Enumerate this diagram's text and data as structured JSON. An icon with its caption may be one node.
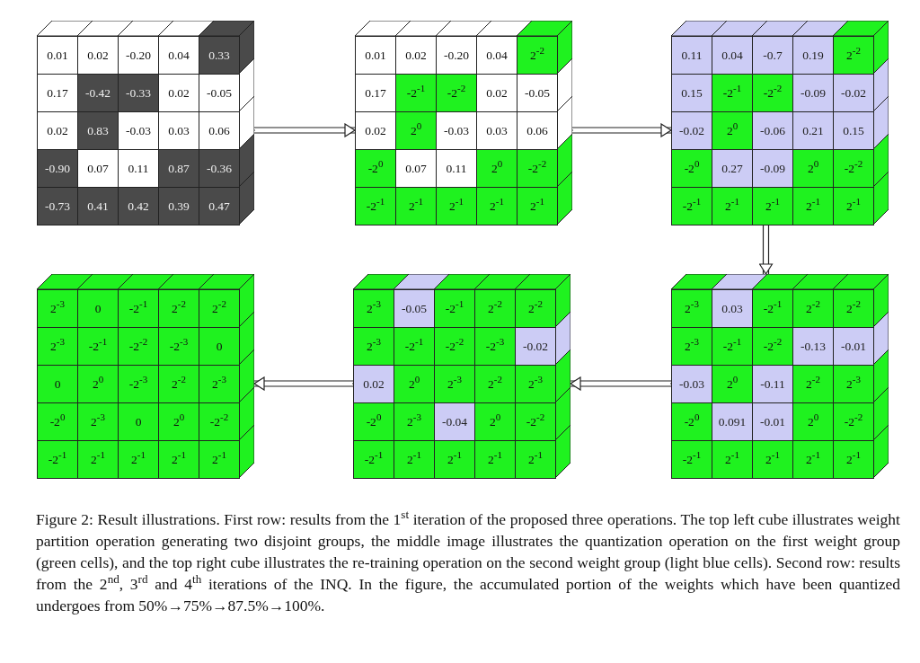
{
  "diagram": {
    "nodes": [
      {
        "text": [],
        "shape": "box"
      },
      {
        "text": [
          "0.01"
        ],
        "in": 0
      },
      {
        "text": [
          "0.02"
        ],
        "in": 0
      },
      {
        "text": [
          "-0.20"
        ],
        "in": 0
      },
      {
        "text": [
          "0.04"
        ],
        "in": 0
      },
      {
        "text": [
          "0.33"
        ],
        "in": 0
      },
      {
        "text": [
          "0.17"
        ],
        "in": 0
      },
      {
        "text": [
          "-0.42"
        ],
        "in": 0
      },
      {
        "text": [
          "-0.33"
        ],
        "in": 0
      },
      {
        "text": [
          "0.02"
        ],
        "in": 0
      },
      {
        "text": [
          "-0.05"
        ],
        "in": 0
      },
      {
        "text": [
          "0.02"
        ],
        "in": 0
      },
      {
        "text": [
          "0.83"
        ],
        "in": 0
      },
      {
        "text": [
          "-0.03"
        ],
        "in": 0
      },
      {
        "text": [
          "0.03"
        ],
        "in": 0
      },
      {
        "text": [
          "0.06"
        ],
        "in": 0
      },
      {
        "text": [
          "-0.90"
        ],
        "in": 0
      },
      {
        "text": [
          "0.07"
        ],
        "in": 0
      },
      {
        "text": [
          "0.11"
        ],
        "in": 0
      },
      {
        "text": [
          "0.87"
        ],
        "in": 0
      },
      {
        "text": [
          "-0.36"
        ],
        "in": 0
      },
      {
        "text": [
          "-0.73"
        ],
        "in": 0
      },
      {
        "text": [
          "0.41"
        ],
        "in": 0
      },
      {
        "text": [
          "0.42"
        ],
        "in": 0
      },
      {
        "text": [
          "0.39"
        ],
        "in": 0
      },
      {
        "text": [
          "0.47"
        ],
        "in": 0
      },
      {
        "text": [],
        "shape": "box"
      },
      {
        "text": [
          "0.01"
        ],
        "in": 26
      },
      {
        "text": [
          "0.02"
        ],
        "in": 26
      },
      {
        "text": [
          "-0.20"
        ],
        "in": 26
      },
      {
        "text": [
          "0.04"
        ],
        "in": 26
      },
      {
        "text": [
          "2$^{-2}$"
        ],
        "in": 26
      },
      {
        "text": [
          "0.17"
        ],
        "in": 26
      },
      {
        "text": [
          "-2$^{-1}$"
        ],
        "in": 26
      },
      {
        "text": [
          "-2$^{-2}$"
        ],
        "in": 26
      },
      {
        "text": [
          "0.02"
        ],
        "in": 26
      },
      {
        "text": [
          "-0.05"
        ],
        "in": 26
      },
      {
        "text": [
          "0.02"
        ],
        "in": 26
      },
      {
        "text": [
          "2$^{0}$"
        ],
        "in": 26
      },
      {
        "text": [
          "-0.03"
        ],
        "in": 26
      },
      {
        "text": [
          "0.03"
        ],
        "in": 26
      },
      {
        "text": [
          "0.06"
        ],
        "in": 26
      },
      {
        "text": [
          "-2$^{0}$"
        ],
        "in": 26
      },
      {
        "text": [
          "0.07"
        ],
        "in": 26
      },
      {
        "text": [
          "0.11"
        ],
        "in": 26
      },
      {
        "text": [
          "2$^{0}$"
        ],
        "in": 26
      },
      {
        "text": [
          "-2$^{-2}$"
        ],
        "in": 26
      },
      {
        "text": [
          "-2$^{-1}$"
        ],
        "in": 26
      },
      {
        "text": [
          "2$^{-1}$"
        ],
        "in": 26
      },
      {
        "text": [
          "2$^{-1}$"
        ],
        "in": 26
      },
      {
        "text": [
          "2$^{-1}$"
        ],
        "in": 26
      },
      {
        "text": [
          "2$^{-1}$"
        ],
        "in": 26
      },
      {
        "text": [],
        "shape": "box"
      },
      {
        "text": [
          "0.11"
        ],
        "in": 52
      },
      {
        "text": [
          "0.04"
        ],
        "in": 52
      },
      {
        "text": [
          "-0.7"
        ],
        "in": 52
      },
      {
        "text": [
          "0.19"
        ],
        "in": 52
      },
      {
        "text": [
          "2$^{-2}$"
        ],
        "in": 52
      },
      {
        "text": [
          "0.15"
        ],
        "in": 52
      },
      {
        "text": [
          "-2$^{-1}$"
        ],
        "in": 52
      },
      {
        "text": [
          "-2$^{-2}$"
        ],
        "in": 52
      },
      {
        "text": [
          "-0.09"
        ],
        "in": 52
      },
      {
        "text": [
          "-0.02"
        ],
        "in": 52
      },
      {
        "text": [
          "-0.02"
        ],
        "in": 52
      },
      {
        "text": [
          "2$^{0}$"
        ],
        "in": 52
      },
      {
        "text": [
          "-0.06"
        ],
        "in": 52
      },
      {
        "text": [
          "0.21"
        ],
        "in": 52
      },
      {
        "text": [
          "0.15"
        ],
        "in": 52
      },
      {
        "text": [
          "-2$^{0}$"
        ],
        "in": 52
      },
      {
        "text": [
          "0.27"
        ],
        "in": 52
      },
      {
        "text": [
          "-0.09"
        ],
        "in": 52
      },
      {
        "text": [
          "2$^{0}$"
        ],
        "in": 52
      },
      {
        "text": [
          "-2$^{-2}$"
        ],
        "in": 52
      },
      {
        "text": [
          "-2$^{-1}$"
        ],
        "in": 52
      },
      {
        "text": [
          "2$^{-1}$"
        ],
        "in": 52
      },
      {
        "text": [
          "2$^{-1}$"
        ],
        "in": 52
      },
      {
        "text": [
          "2$^{-1}$"
        ],
        "in": 52
      },
      {
        "text": [
          "2$^{-1}$"
        ],
        "in": 52
      },
      {
        "text": [],
        "shape": "box"
      },
      {
        "text": [
          "2$^{-3}$"
        ],
        "in": 78
      },
      {
        "text": [
          "0"
        ],
        "in": 78
      },
      {
        "text": [
          "-2$^{-1}$"
        ],
        "in": 78
      },
      {
        "text": [
          "2$^{-2}$"
        ],
        "in": 78
      },
      {
        "text": [
          "2$^{-2}$"
        ],
        "in": 78
      },
      {
        "text": [
          "2$^{-3}$"
        ],
        "in": 78
      },
      {
        "text": [
          "-2$^{-1}$"
        ],
        "in": 78
      },
      {
        "text": [
          "-2$^{-2}$"
        ],
        "in": 78
      },
      {
        "text": [
          "-2$^{-3}$"
        ],
        "in": 78
      },
      {
        "text": [
          "0"
        ],
        "in": 78
      },
      {
        "text": [
          "0"
        ],
        "in": 78
      },
      {
        "text": [
          "2$^{0}$"
        ],
        "in": 78
      },
      {
        "text": [
          "-2$^{-3}$"
        ],
        "in": 78
      },
      {
        "text": [
          "2$^{-2}$"
        ],
        "in": 78
      },
      {
        "text": [
          "2$^{-3}$"
        ],
        "in": 78
      },
      {
        "text": [
          "-2$^{0}$"
        ],
        "in": 78
      },
      {
        "text": [
          "2$^{-3}$"
        ],
        "in": 78
      },
      {
        "text": [
          "0"
        ],
        "in": 78
      },
      {
        "text": [
          "2$^{0}$"
        ],
        "in": 78
      },
      {
        "text": [
          "-2$^{-2}$"
        ],
        "in": 78
      },
      {
        "text": [
          "-2$^{-1}$"
        ],
        "in": 78
      },
      {
        "text": [
          "2$^{-1}$"
        ],
        "in": 78
      },
      {
        "text": [
          "2$^{-1}$"
        ],
        "in": 78
      },
      {
        "text": [
          "2$^{-1}$"
        ],
        "in": 78
      },
      {
        "text": [
          "2$^{-1}$"
        ],
        "in": 78
      },
      {
        "text": [],
        "shape": "box"
      },
      {
        "text": [
          "2$^{-3}$"
        ],
        "in": 104
      },
      {
        "text": [
          "-0.05"
        ],
        "in": 104
      },
      {
        "text": [
          "-2$^{-1}$"
        ],
        "in": 104
      },
      {
        "text": [
          "2$^{-2}$"
        ],
        "in": 104
      },
      {
        "text": [
          "2$^{-2}$"
        ],
        "in": 104
      },
      {
        "text": [
          "2$^{-3}$"
        ],
        "in": 104
      },
      {
        "text": [
          "-2$^{-1}$"
        ],
        "in": 104
      },
      {
        "text": [
          "-2$^{-2}$"
        ],
        "in": 104
      },
      {
        "text": [
          "-2$^{-3}$"
        ],
        "in": 104
      },
      {
        "text": [
          "-0.02"
        ],
        "in": 104
      },
      {
        "text": [
          "0.02"
        ],
        "in": 104
      },
      {
        "text": [
          "2$^{0}$"
        ],
        "in": 104
      },
      {
        "text": [
          "2$^{-3}$"
        ],
        "in": 104
      },
      {
        "text": [
          "2$^{-2}$"
        ],
        "in": 104
      },
      {
        "text": [
          "2$^{-3}$"
        ],
        "in": 104
      },
      {
        "text": [
          "-2$^{0}$"
        ],
        "in": 104
      },
      {
        "text": [
          "2$^{-3}$"
        ],
        "in": 104
      },
      {
        "text": [
          "-0.04"
        ],
        "in": 104
      },
      {
        "text": [
          "2$^{0}$"
        ],
        "in": 104
      },
      {
        "text": [
          "-2$^{-2}$"
        ],
        "in": 104
      },
      {
        "text": [
          "-2$^{-1}$"
        ],
        "in": 104
      },
      {
        "text": [
          "2$^{-1}$"
        ],
        "in": 104
      },
      {
        "text": [
          "2$^{-1}$"
        ],
        "in": 104
      },
      {
        "text": [
          "2$^{-1}$"
        ],
        "in": 104
      },
      {
        "text": [
          "2$^{-1}$"
        ],
        "in": 104
      },
      {
        "text": [],
        "shape": "box"
      },
      {
        "text": [
          "2$^{-3}$"
        ],
        "in": 130
      },
      {
        "text": [
          "0.03"
        ],
        "in": 130
      },
      {
        "text": [
          "-2$^{-1}$"
        ],
        "in": 130
      },
      {
        "text": [
          "2$^{-2}$"
        ],
        "in": 130
      },
      {
        "text": [
          "2$^{-2}$"
        ],
        "in": 130
      },
      {
        "text": [
          "2$^{-3}$"
        ],
        "in": 130
      },
      {
        "text": [
          "-2$^{-1}$"
        ],
        "in": 130
      },
      {
        "text": [
          "-2$^{-2}$"
        ],
        "in": 130
      },
      {
        "text": [
          "-0.13"
        ],
        "in": 130
      },
      {
        "text": [
          "-0.01"
        ],
        "in": 130
      },
      {
        "text": [
          "-0.03"
        ],
        "in": 130
      },
      {
        "text": [
          "2$^{0}$"
        ],
        "in": 130
      },
      {
        "text": [
          "-0.11"
        ],
        "in": 130
      },
      {
        "text": [
          "2$^{-2}$"
        ],
        "in": 130
      },
      {
        "text": [
          "2$^{-3}$"
        ],
        "in": 130
      },
      {
        "text": [
          "-2$^{0}$"
        ],
        "in": 130
      },
      {
        "text": [
          "0.091"
        ],
        "in": 130
      },
      {
        "text": [
          "-0.01"
        ],
        "in": 130
      },
      {
        "text": [
          "2$^{0}$"
        ],
        "in": 130
      },
      {
        "text": [
          "-2$^{-2}$"
        ],
        "in": 130
      },
      {
        "text": [
          "-2$^{-1}$"
        ],
        "in": 130
      },
      {
        "text": [
          "2$^{-1}$"
        ],
        "in": 130
      },
      {
        "text": [
          "2$^{-1}$"
        ],
        "in": 130
      },
      {
        "text": [
          "2$^{-1}$"
        ],
        "in": 130
      },
      {
        "text": [
          "2$^{-1}$"
        ],
        "in": 130
      }
    ],
    "edges": [
      {
        "from": 0,
        "to": 26,
        "arrow": "to"
      },
      {
        "from": 26,
        "to": 52,
        "arrow": "to"
      },
      {
        "from": 52,
        "to": 130,
        "arrow": "to"
      },
      {
        "from": 130,
        "to": 104,
        "arrow": "to"
      },
      {
        "from": 104,
        "to": 78,
        "arrow": "to"
      }
    ],
    "caption": "Figure 2: Result illustrations. First row: results from the 1$^{st}$ iteration of the proposed three operations. The top left cube illustrates weight partition operation generating two disjoint groups, the middle image illustrates the quantization operation on the first weight group (green cells), and the top right cube illustrates the re-training operation on the second weight group (light blue cells). Second row: results from the 2$^{nd}$, 3$^{rd}$ and 4$^{th}$ iterations of the INQ. In the figure, the accumulated portion of the weights which have been quantized undergoes from 50%→75%→87.5%→100%."
  }
}
